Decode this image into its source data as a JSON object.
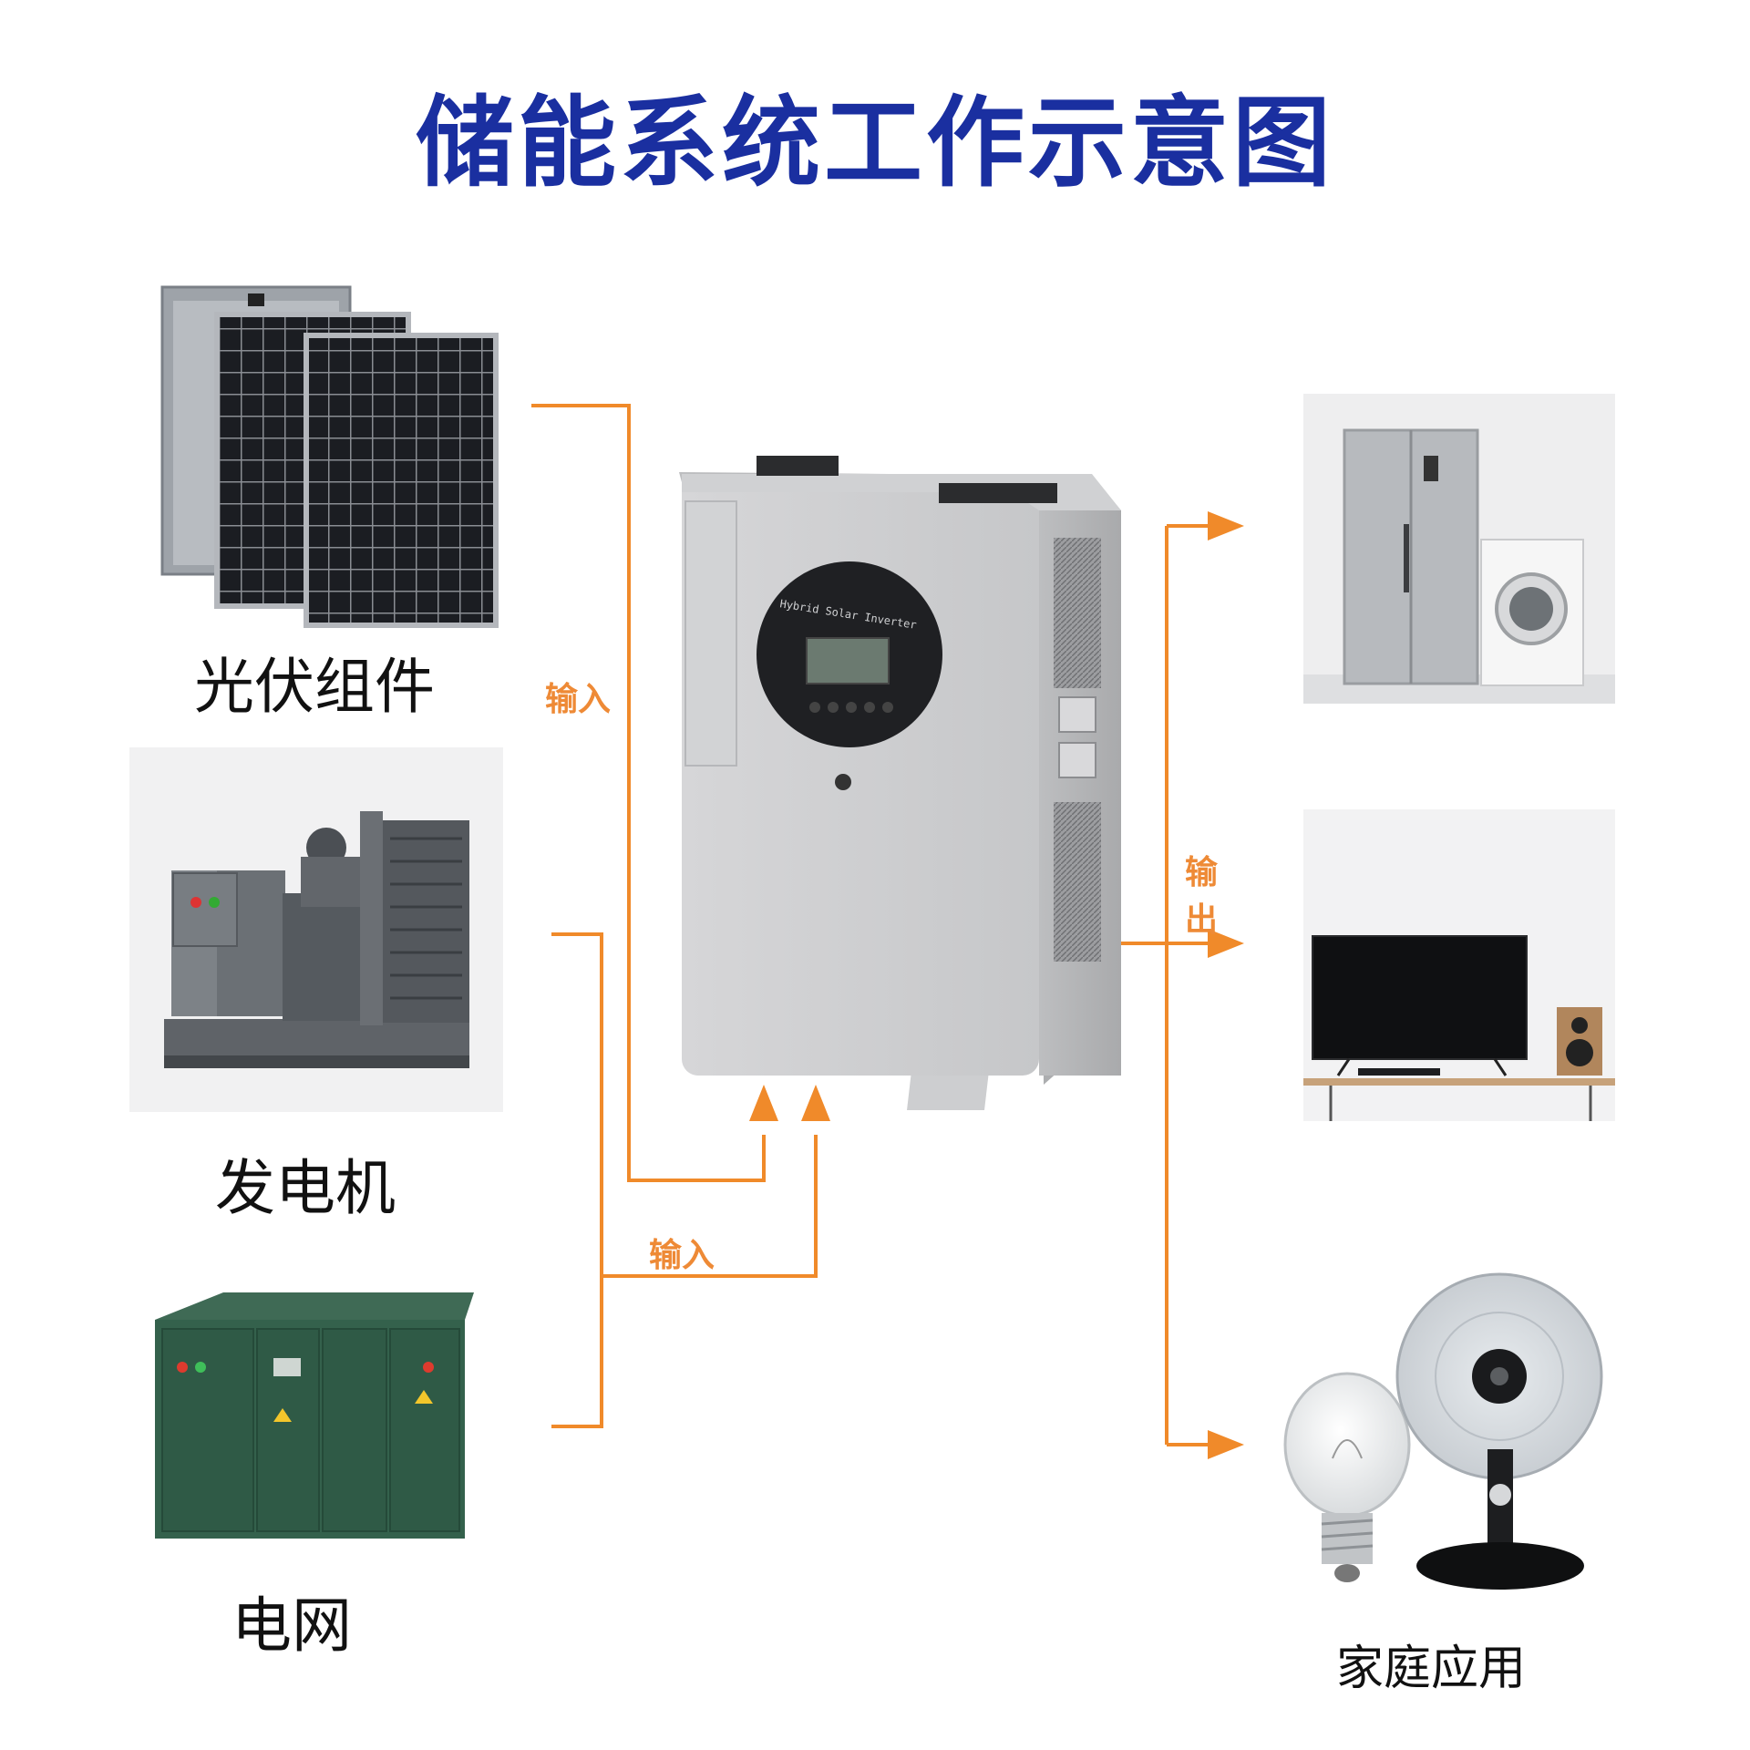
{
  "title": "储能系统工作示意图",
  "colors": {
    "title": "#1a2fa0",
    "flow": "#f08a2a",
    "flow_text": "#ee8a36"
  },
  "sources": [
    {
      "label": "光伏组件",
      "icon": "solar-panel-icon"
    },
    {
      "label": "发电机",
      "icon": "generator-icon"
    },
    {
      "label": "电网",
      "icon": "grid-cabinet-icon"
    }
  ],
  "inverter": {
    "screen_text": "Hybrid Solar Inverter",
    "icon": "hybrid-inverter-icon"
  },
  "flows": {
    "input_top": "输入",
    "input_bottom": "输入",
    "output_1": "输",
    "output_2": "出"
  },
  "loads": {
    "label": "家庭应用",
    "items": [
      {
        "icon": "fridge-washer-icon"
      },
      {
        "icon": "tv-speaker-icon"
      },
      {
        "icon": "bulb-fan-icon"
      }
    ]
  }
}
